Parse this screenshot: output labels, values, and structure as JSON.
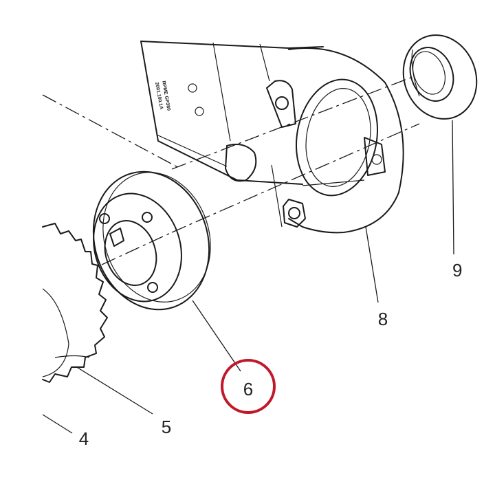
{
  "callouts": {
    "part4": "4",
    "part5": "5",
    "part6": "6",
    "part8": "8",
    "part9": "9"
  },
  "highlight": {
    "color": "#c0182a",
    "target": "6"
  },
  "stamp": {
    "line1": "RPME GP380",
    "line2": "2001.100.1A"
  }
}
